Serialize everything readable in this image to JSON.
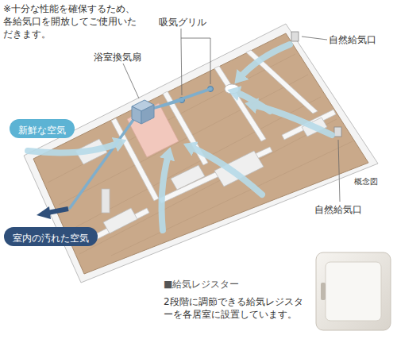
{
  "diagram": {
    "nodes": [
      {
        "text": [
          "新鮮な空気"
        ]
      },
      {
        "text": [
          "室内の汚れた空気"
        ]
      }
    ],
    "labels": [
      "※十分な性能を確保するため、各給気口を開放してご使用いただきます。",
      "吸気グリル",
      "浴室換気扇",
      "自然給気口",
      "概念図",
      "自然給気口",
      "■給気レジスター",
      "2段階に調節できる給気レジスターを各居室に設置しています。"
    ]
  }
}
